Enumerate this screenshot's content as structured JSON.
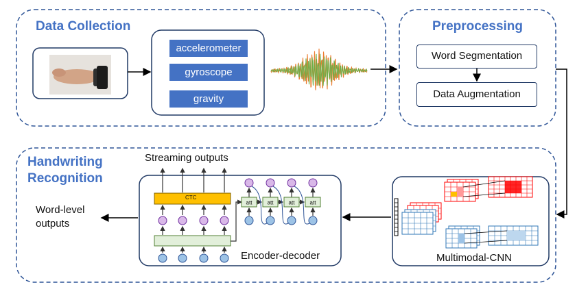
{
  "data_collection": {
    "title": "Data Collection",
    "sensors": [
      "accelerometer",
      "gyroscope",
      "gravity"
    ]
  },
  "preprocessing": {
    "title": "Preprocessing",
    "steps": [
      "Word Segmentation",
      "Data Augmentation"
    ]
  },
  "recognition": {
    "title_line1": "Handwriting",
    "title_line2": "Recognition",
    "streaming_outputs": "Streaming outputs",
    "ctc_label": "CTC",
    "att_label": "att",
    "encoder_decoder": "Encoder-decoder",
    "multimodal_cnn": "Multimodal-CNN",
    "word_level_line1": "Word-level",
    "word_level_line2": "outputs"
  },
  "colors": {
    "accent": "#4472c4",
    "border": "#1f3864",
    "ctc_fill": "#ffc000",
    "green_fill": "#e2efda",
    "purple_node": "#d9b8e8",
    "blue_node": "#9dc3e6",
    "red_cube": "#ff0000",
    "signal_green": "#70ad47",
    "signal_orange": "#ed7d31"
  }
}
